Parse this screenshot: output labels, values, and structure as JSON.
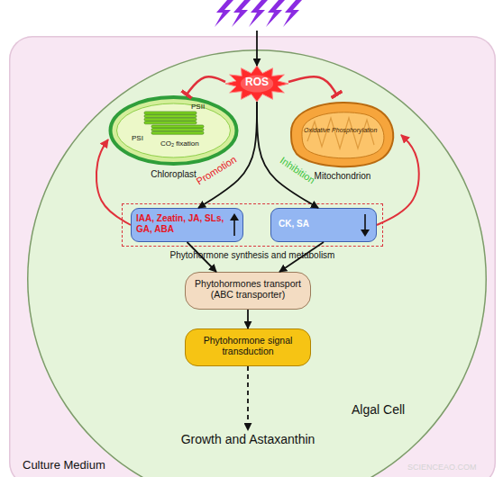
{
  "diagram": {
    "nodes": [
      {
        "text": [
          "Culture Medium"
        ]
      },
      {
        "text": [
          "Algal Cell"
        ],
        "in": 0
      },
      {
        "text": [
          "ROS"
        ],
        "in": 1
      },
      {
        "text": [
          "PSII",
          "PSI",
          "CO₂ fixation",
          "Chloroplast"
        ],
        "in": 1
      },
      {
        "text": [
          "Oxidative Phosphorylation",
          "Mitochondrion"
        ],
        "in": 1
      },
      {
        "text": [
          "Phytohormone synthesis and metabolism"
        ],
        "in": 1
      },
      {
        "text": [
          "IAA, Zeatin, JA, SLs, GA, ABA"
        ],
        "in": 5
      },
      {
        "text": [
          "CK, SA"
        ],
        "in": 5
      },
      {
        "text": [
          "Phytohormones transport (ABC transporter)"
        ],
        "in": 1
      },
      {
        "text": [
          "Phytohormone signal transduction"
        ],
        "in": 1
      },
      {
        "text": [
          "Growth and Astaxanthin"
        ],
        "in": 1
      }
    ],
    "edges": [
      {
        "from": 2,
        "to": 3,
        "arrow": "to"
      },
      {
        "from": 2,
        "to": 4,
        "arrow": "to"
      },
      {
        "from": 2,
        "to": 6,
        "label": "Promotion",
        "arrow": "to"
      },
      {
        "from": 2,
        "to": 7,
        "label": "Inhibition",
        "arrow": "to"
      },
      {
        "from": 6,
        "to": 3,
        "arrow": "to"
      },
      {
        "from": 7,
        "to": 4,
        "arrow": "to"
      },
      {
        "from": 6,
        "to": 8,
        "arrow": "to"
      },
      {
        "from": 7,
        "to": 8,
        "arrow": "to"
      },
      {
        "from": 8,
        "to": 9,
        "arrow": "to"
      },
      {
        "from": 9,
        "to": 10,
        "arrow": "to"
      }
    ],
    "labels": [
      "SCIENCEAO.COM"
    ]
  }
}
